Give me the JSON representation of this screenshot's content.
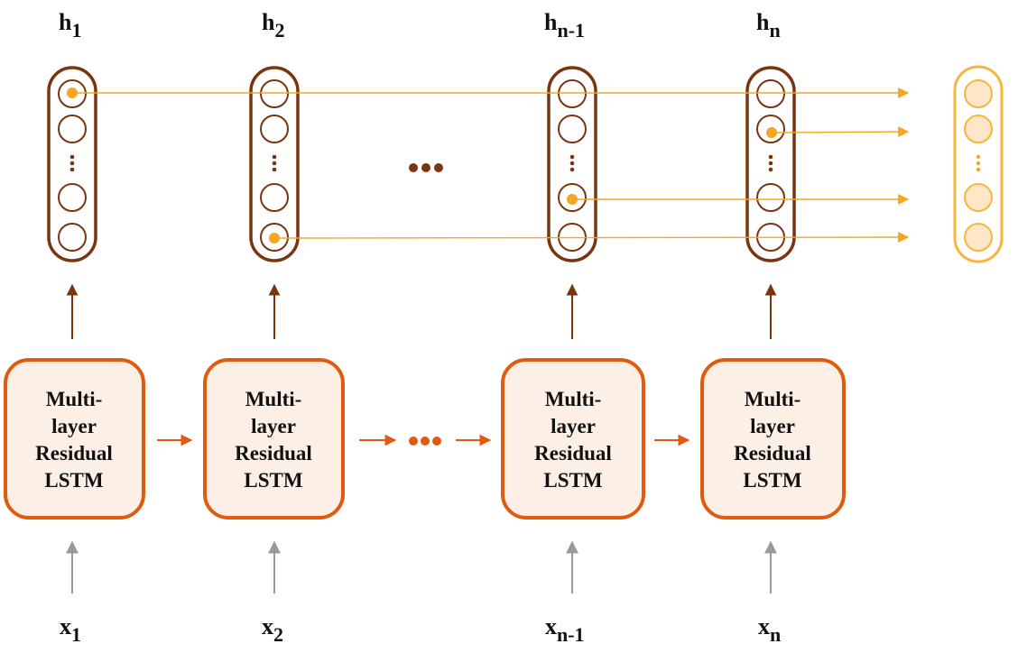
{
  "hidden_labels": [
    {
      "base": "h",
      "sub": "1"
    },
    {
      "base": "h",
      "sub": "2"
    },
    {
      "base": "h",
      "sub": "n-1"
    },
    {
      "base": "h",
      "sub": "n"
    }
  ],
  "input_labels": [
    {
      "base": "x",
      "sub": "1"
    },
    {
      "base": "x",
      "sub": "2"
    },
    {
      "base": "x",
      "sub": "n-1"
    },
    {
      "base": "x",
      "sub": "n"
    }
  ],
  "lstm_block": {
    "line1": "Multi-",
    "line2": "layer",
    "line3": "Residual",
    "line4": "LSTM"
  },
  "colors": {
    "hidden_stroke": "#7a3510",
    "lstm_stroke": "#e05a10",
    "lstm_fill": "#fcefe6",
    "highlight": "#f5a623",
    "output_stroke": "#f5b63b",
    "output_fill": "#fde7c8",
    "input_arrow": "#999999"
  }
}
